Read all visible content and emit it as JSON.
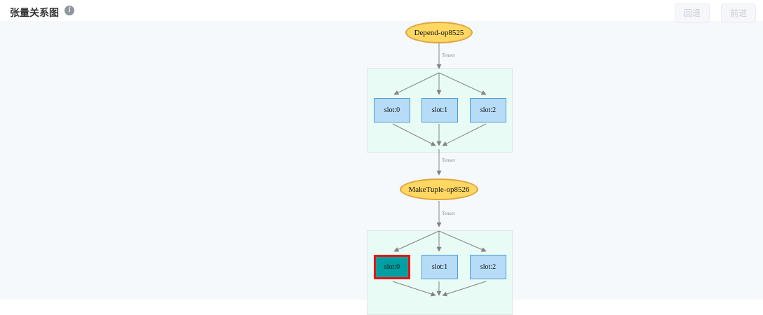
{
  "header": {
    "title": "张量关系图",
    "info_icon_glyph": "i",
    "back_button": "回退",
    "forward_button": "前进"
  },
  "graph": {
    "edge_label": "Tensor",
    "operators": [
      {
        "label": "Depend-op8525"
      },
      {
        "label": "MakeTuple-op8526"
      }
    ],
    "groups": [
      {
        "slots": [
          "slot:0",
          "slot:1",
          "slot:2"
        ],
        "selected": null
      },
      {
        "slots": [
          "slot:0",
          "slot:1",
          "slot:2"
        ],
        "selected": "slot:0"
      }
    ]
  },
  "colors": {
    "header-bg": "#ffffff",
    "bg": "#f6f9fc",
    "title-color": "#303133",
    "info-bg": "#8f959e",
    "button-bg": "#f6f7fa",
    "button-border": "#ebedf2",
    "button-text": "#c7ccd4",
    "op-fill": "#ffd763",
    "op-border": "#dfa43c",
    "slot-fill": "#b7dcf8",
    "slot-border": "#4f9bd5",
    "selected-fill": "#00a0a2",
    "selected-border": "#ee1111",
    "group-fill": "#e9fbf5",
    "group-border": "#e2e6e8",
    "edge": "#828282",
    "edge-label-color": "#8b8b8b"
  }
}
